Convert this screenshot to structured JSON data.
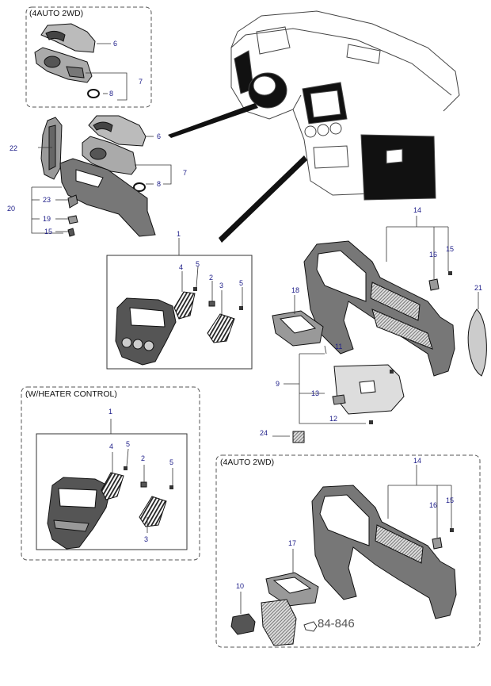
{
  "groups": {
    "top_left_title": "(4AUTO 2WD)",
    "heater_title": "(W/HEATER CONTROL)",
    "bottom_right_title": "(4AUTO 2WD)"
  },
  "reference_code": "84-846",
  "callouts": {
    "a6": "6",
    "a7": "7",
    "a8": "8",
    "b22": "22",
    "b6": "6",
    "b7": "7",
    "b8": "8",
    "b20": "20",
    "b23": "23",
    "b19": "19",
    "b15": "15",
    "c1": "1",
    "c4": "4",
    "c5a": "5",
    "c2": "2",
    "c3": "3",
    "c5b": "5",
    "d14": "14",
    "d16": "16",
    "d15": "15",
    "d21": "21",
    "d18": "18",
    "d11": "11",
    "d9": "9",
    "d13": "13",
    "d12": "12",
    "d24": "24",
    "e1": "1",
    "e4": "4",
    "e5a": "5",
    "e2": "2",
    "e5b": "5",
    "e3": "3",
    "f14": "14",
    "f16": "16",
    "f15": "15",
    "f17": "17",
    "f10": "10"
  }
}
